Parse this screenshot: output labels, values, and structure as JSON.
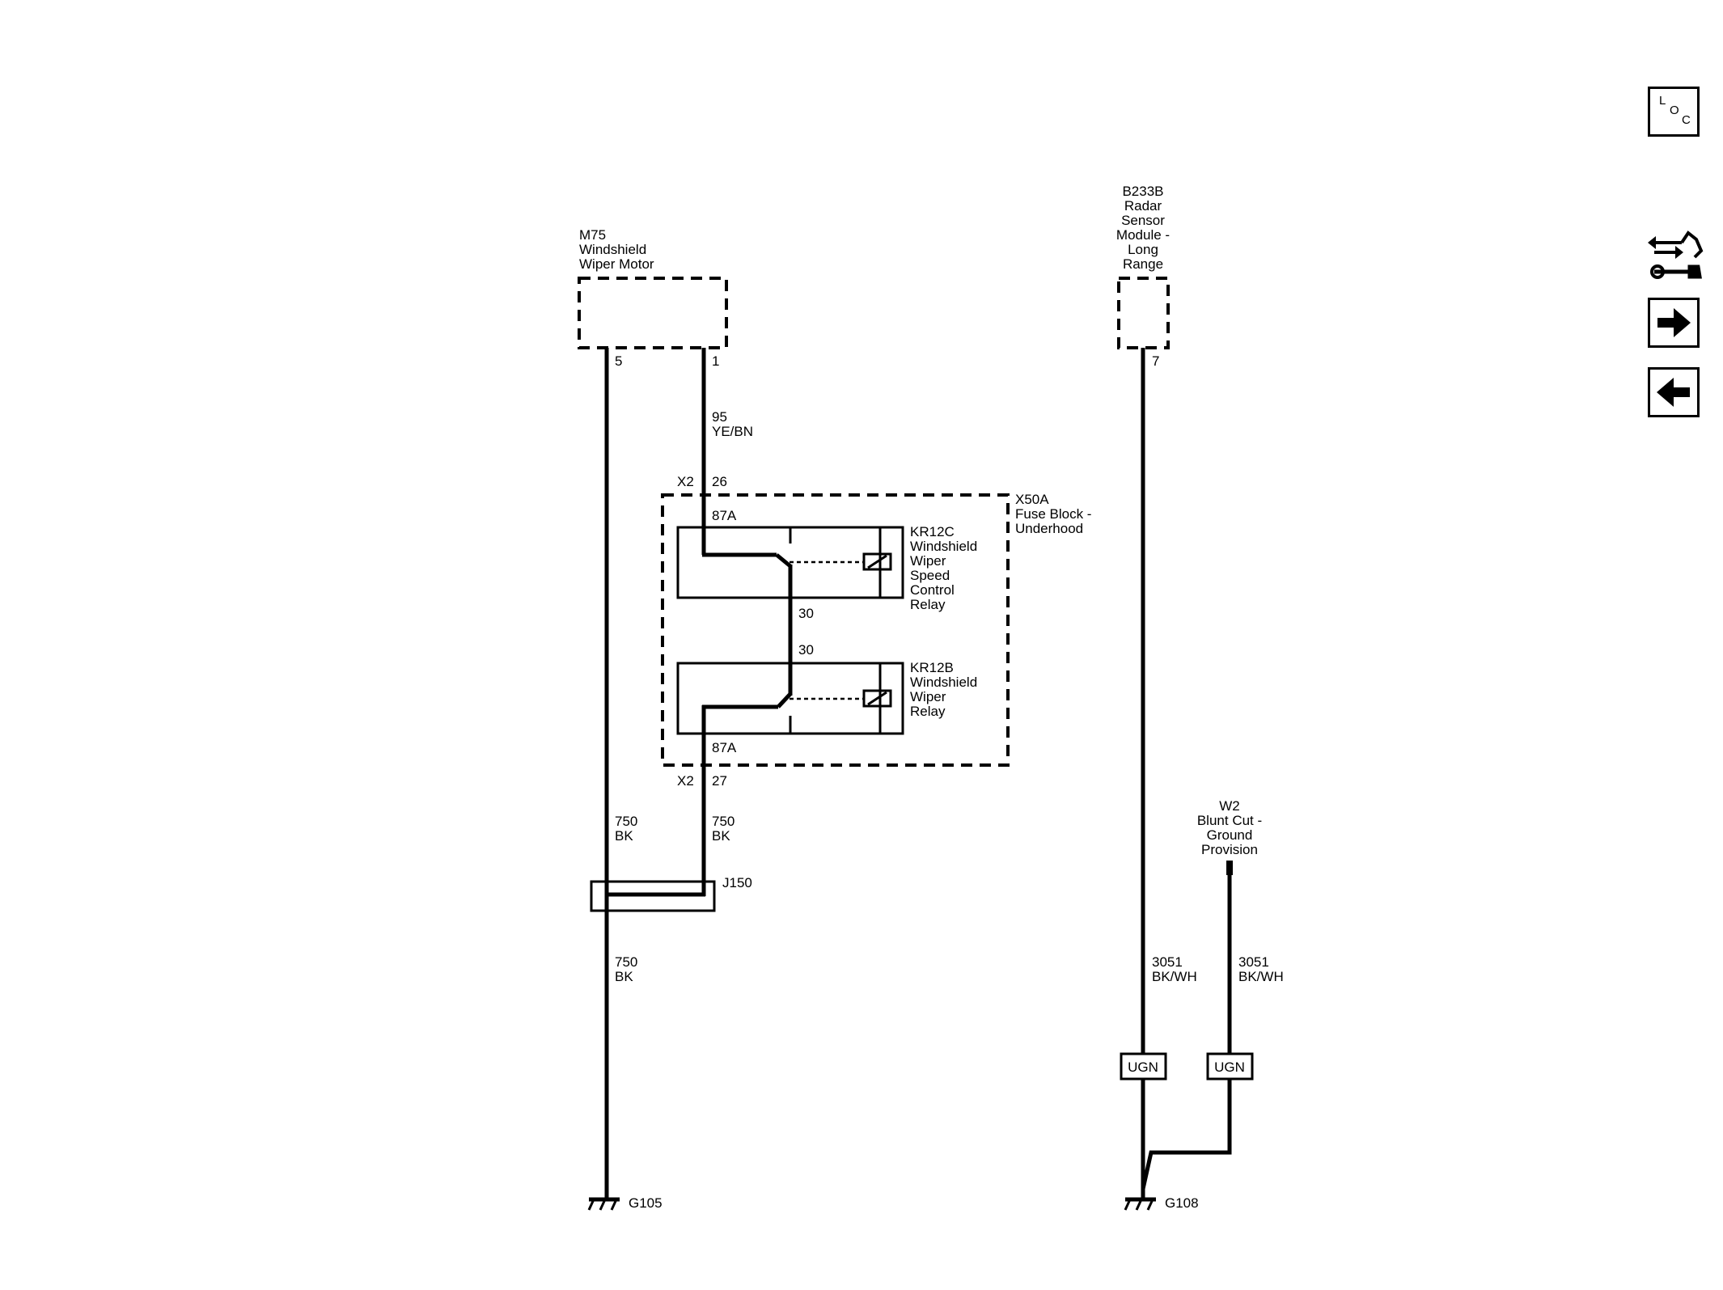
{
  "nav": {
    "loc_letters": [
      "L",
      "O",
      "C"
    ],
    "icons": [
      "service-info-icon",
      "arrow-right-icon",
      "arrow-left-icon"
    ]
  },
  "components": {
    "m75": [
      "M75",
      "Windshield",
      "Wiper Motor"
    ],
    "b233b": [
      "B233B",
      "Radar",
      "Sensor",
      "Module -",
      "Long",
      "Range"
    ],
    "x50a": [
      "X50A",
      "Fuse Block -",
      "Underhood"
    ],
    "kr12c": [
      "KR12C",
      "Windshield",
      "Wiper",
      "Speed",
      "Control",
      "Relay"
    ],
    "kr12b": [
      "KR12B",
      "Windshield",
      "Wiper",
      "Relay"
    ],
    "w2": [
      "W2",
      "Blunt Cut -",
      "Ground",
      "Provision"
    ],
    "j150": "J150",
    "g105": "G105",
    "g108": "G108"
  },
  "pins": {
    "m75_pin5": "5",
    "m75_pin1": "1",
    "b233b_pin7": "7",
    "x2_top_conn": "X2",
    "x2_top_pin": "26",
    "x2_bot_conn": "X2",
    "x2_bot_pin": "27",
    "kr12c_87a": "87A",
    "kr12c_30": "30",
    "kr12b_30": "30",
    "kr12b_87a": "87A"
  },
  "wires": {
    "w95": [
      "95",
      "YE/BN"
    ],
    "w750_left_upper": [
      "750",
      "BK"
    ],
    "w750_right": [
      "750",
      "BK"
    ],
    "w750_left_lower": [
      "750",
      "BK"
    ],
    "w3051_left": [
      "3051",
      "BK/WH"
    ],
    "w3051_right": [
      "3051",
      "BK/WH"
    ]
  },
  "tags": {
    "ugn_left": "UGN",
    "ugn_right": "UGN"
  }
}
